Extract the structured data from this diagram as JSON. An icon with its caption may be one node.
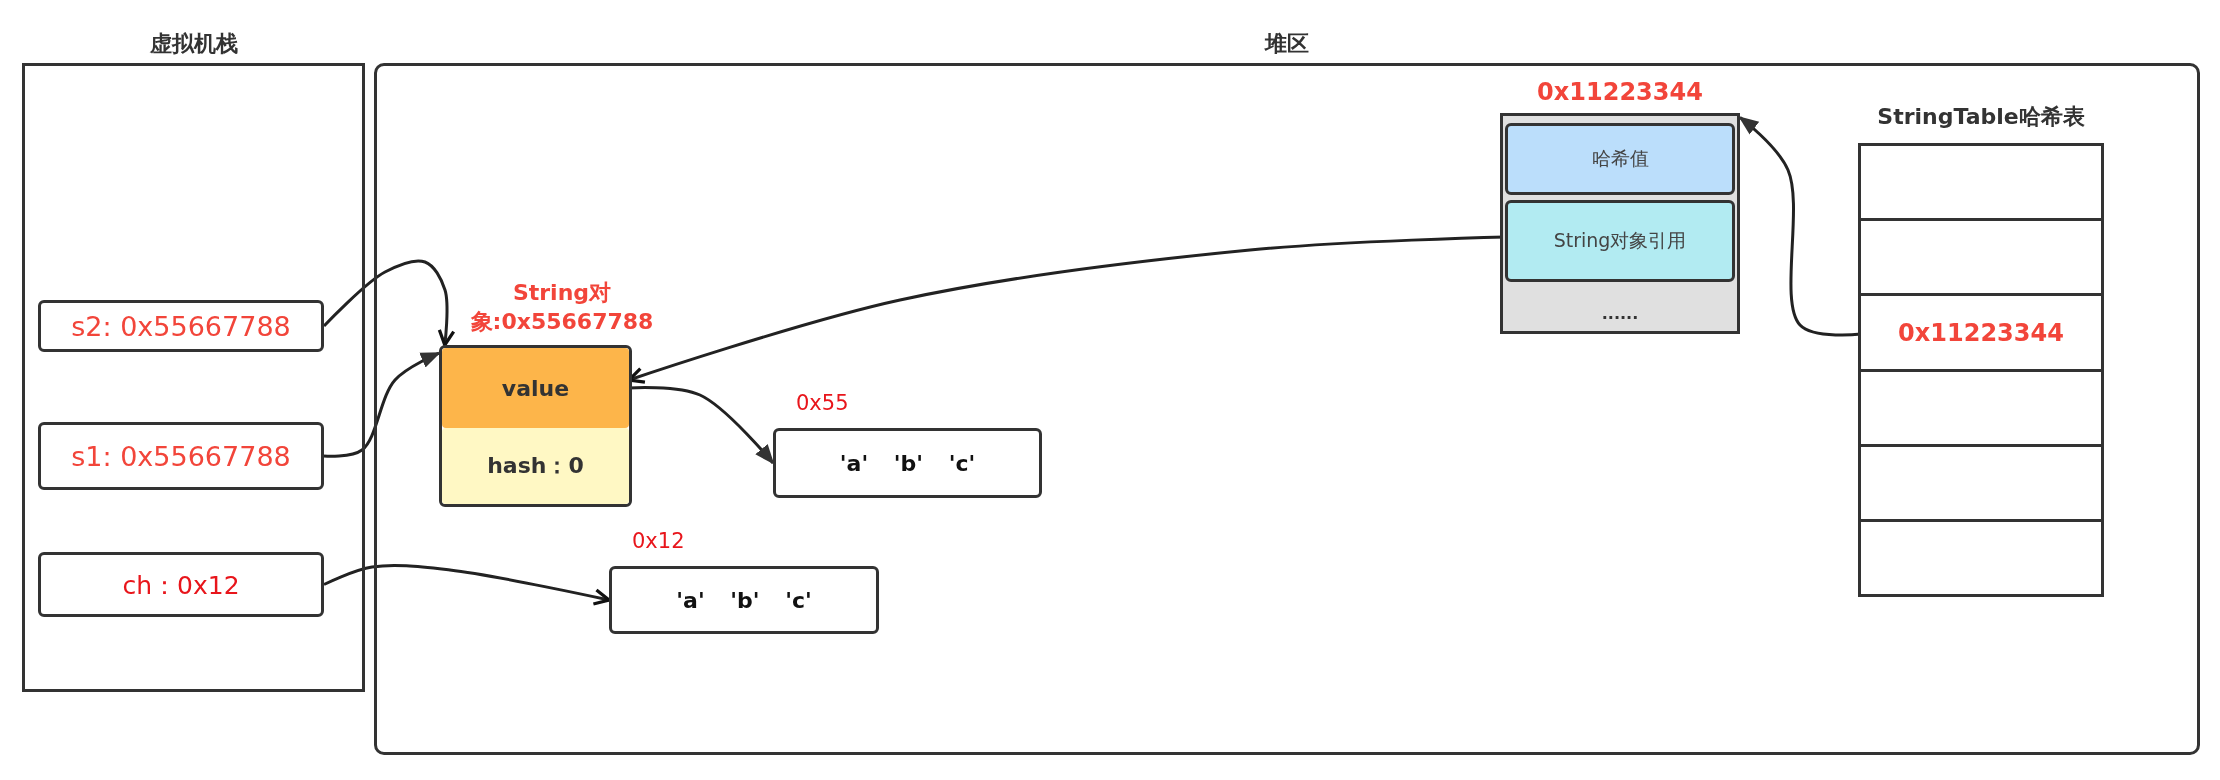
{
  "diagram": {
    "nodes": [
      {
        "text": [
          "虚拟机栈"
        ]
      },
      {
        "text": [
          "s2: 0x55667788"
        ],
        "in": 0
      },
      {
        "text": [
          "s1: 0x55667788"
        ],
        "in": 0
      },
      {
        "text": [
          "ch：0x12"
        ],
        "in": 0
      },
      {
        "text": [
          "堆区"
        ]
      },
      {
        "text": [
          "String对象:0x55667788"
        ],
        "in": 4
      },
      {
        "text": [
          "value"
        ],
        "in": 5
      },
      {
        "text": [
          "hash：0"
        ],
        "in": 5
      },
      {
        "text": [
          "'a' 'b' 'c'"
        ],
        "beside": [
          "0x55"
        ],
        "in": 4
      },
      {
        "text": [
          "'a' 'b' 'c'"
        ],
        "beside": [
          "0x12"
        ],
        "in": 4
      },
      {
        "text": [
          "0x11223344",
          "......"
        ],
        "in": 4
      },
      {
        "text": [
          "哈希值"
        ],
        "in": 10
      },
      {
        "text": [
          "String对象引用"
        ],
        "in": 10
      },
      {
        "text": [
          "StringTable哈希表"
        ],
        "in": 4
      },
      {
        "text": [],
        "shape": "box",
        "in": 13
      },
      {
        "text": [],
        "shape": "box",
        "in": 13
      },
      {
        "text": [
          "0x11223344"
        ],
        "in": 13
      },
      {
        "text": [],
        "shape": "box",
        "in": 13
      },
      {
        "text": [],
        "shape": "box",
        "in": 13
      },
      {
        "text": [],
        "shape": "box",
        "in": 13
      }
    ],
    "edges": [
      {
        "from": 1,
        "to": 5,
        "arrow": "to"
      },
      {
        "from": 2,
        "to": 5,
        "arrow": "to"
      },
      {
        "from": 3,
        "to": 9,
        "arrow": "to"
      },
      {
        "from": 6,
        "to": 8,
        "arrow": "to"
      },
      {
        "from": 12,
        "to": 6,
        "arrow": "to"
      },
      {
        "from": 16,
        "to": 10,
        "arrow": "to"
      }
    ]
  }
}
